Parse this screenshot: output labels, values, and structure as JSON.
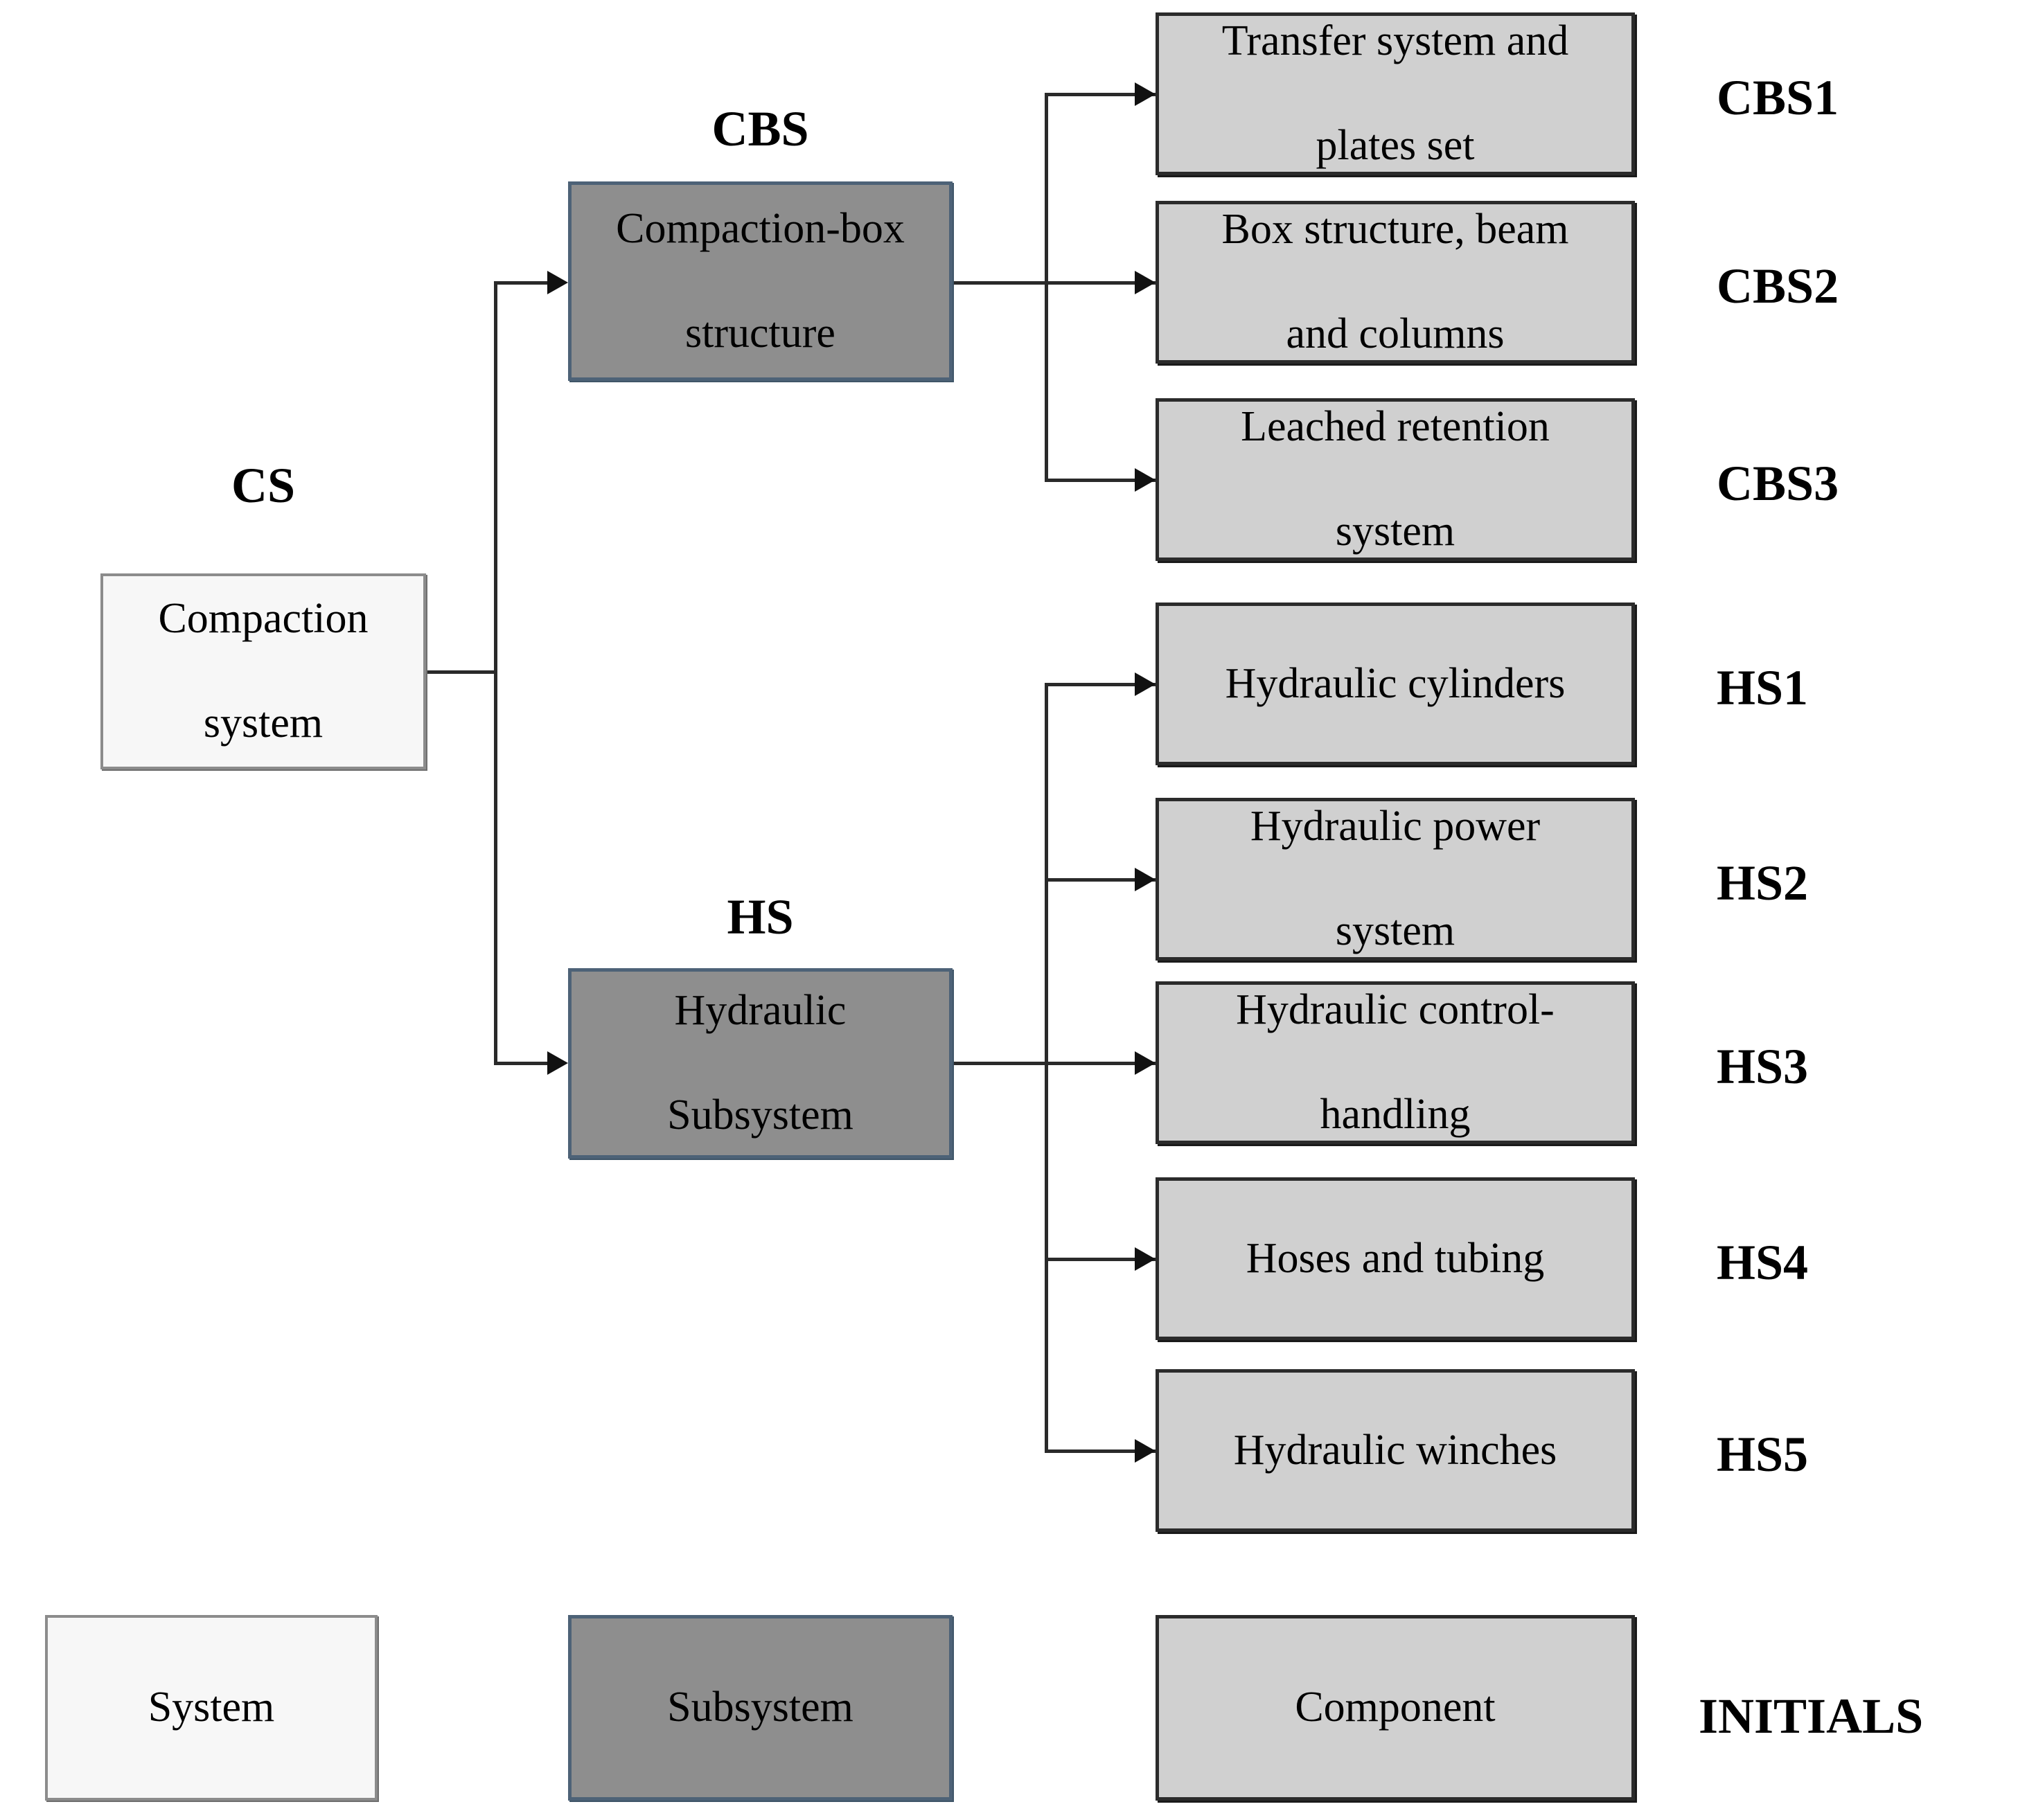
{
  "diagram": {
    "type": "hierarchical-breakdown-tree",
    "title_text": "",
    "levels": [
      "System",
      "Subsystem",
      "Component"
    ],
    "colors": {
      "system_fill": "#f7f7f7",
      "system_border": "#8c8c8c",
      "subsystem_fill": "#8e8e8e",
      "subsystem_border": "#4d6277",
      "component_fill": "#d0d0d0",
      "component_border": "#2b2b2b",
      "connector": "#2a2a2a",
      "text": "#000000",
      "background": "#ffffff"
    }
  },
  "system": {
    "code": "CS",
    "label": "Compaction\nsystem",
    "label_line1": "Compaction",
    "label_line2": "system"
  },
  "subsystems": [
    {
      "code": "CBS",
      "label_line1": "Compaction-box",
      "label_line2": "structure",
      "components": [
        {
          "initials": "CBS1",
          "label_line1": "Transfer system and",
          "label_line2": "plates set"
        },
        {
          "initials": "CBS2",
          "label_line1": "Box structure, beam",
          "label_line2": "and columns"
        },
        {
          "initials": "CBS3",
          "label_line1": "Leached retention",
          "label_line2": "system"
        }
      ]
    },
    {
      "code": "HS",
      "label_line1": "Hydraulic",
      "label_line2": "Subsystem",
      "components": [
        {
          "initials": "HS1",
          "label_line1": "Hydraulic cylinders",
          "label_line2": ""
        },
        {
          "initials": "HS2",
          "label_line1": "Hydraulic power",
          "label_line2": "system"
        },
        {
          "initials": "HS3",
          "label_line1": "Hydraulic control-",
          "label_line2": "handling"
        },
        {
          "initials": "HS4",
          "label_line1": "Hoses and tubing",
          "label_line2": ""
        },
        {
          "initials": "HS5",
          "label_line1": "Hydraulic winches",
          "label_line2": ""
        }
      ]
    }
  ],
  "legend": {
    "system_label": "System",
    "subsystem_label": "Subsystem",
    "component_label": "Component",
    "initials_label": "INITIALS"
  }
}
